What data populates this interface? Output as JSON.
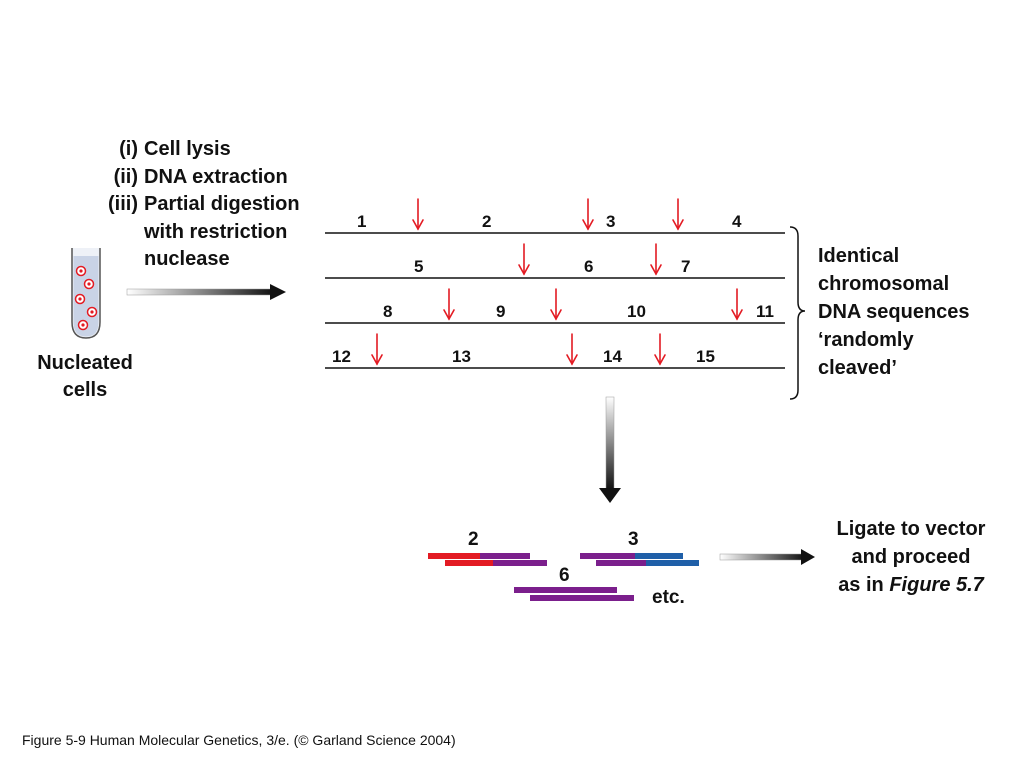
{
  "steps": [
    {
      "num": "(i)",
      "text": "Cell lysis"
    },
    {
      "num": "(ii)",
      "text": "DNA extraction"
    },
    {
      "num": "(iii)",
      "text": "Partial digestion"
    },
    {
      "num": "",
      "text": "with restriction"
    },
    {
      "num": "",
      "text": "nuclease"
    }
  ],
  "cells_label": {
    "line1": "Nucleated",
    "line2": "cells"
  },
  "dna_rows": [
    [
      "1",
      "2",
      "3",
      "4"
    ],
    [
      "5",
      "6",
      "7"
    ],
    [
      "8",
      "9",
      "10",
      "11"
    ],
    [
      "12",
      "13",
      "14",
      "15"
    ]
  ],
  "brace_label": {
    "line1": "Identical",
    "line2": "chromosomal",
    "line3": "DNA sequences",
    "line4": "‘randomly",
    "line5": "cleaved’"
  },
  "fragments": {
    "f2": "2",
    "f3": "3",
    "f6": "6",
    "etc": "etc."
  },
  "ligate_label": {
    "line1": "Ligate to vector",
    "line2": "and proceed",
    "line3_prefix": "as in ",
    "line3_italic": "Figure 5.7"
  },
  "caption": "Figure 5-9  Human Molecular Genetics, 3/e.  (© Garland Science 2004)",
  "colors": {
    "cut_arrow": "#e31b23",
    "red_fragment": "#e31b23",
    "purple_fragment": "#7b1f8c",
    "blue_fragment": "#1f5fa8",
    "tube_fill": "#c9d3e6"
  }
}
